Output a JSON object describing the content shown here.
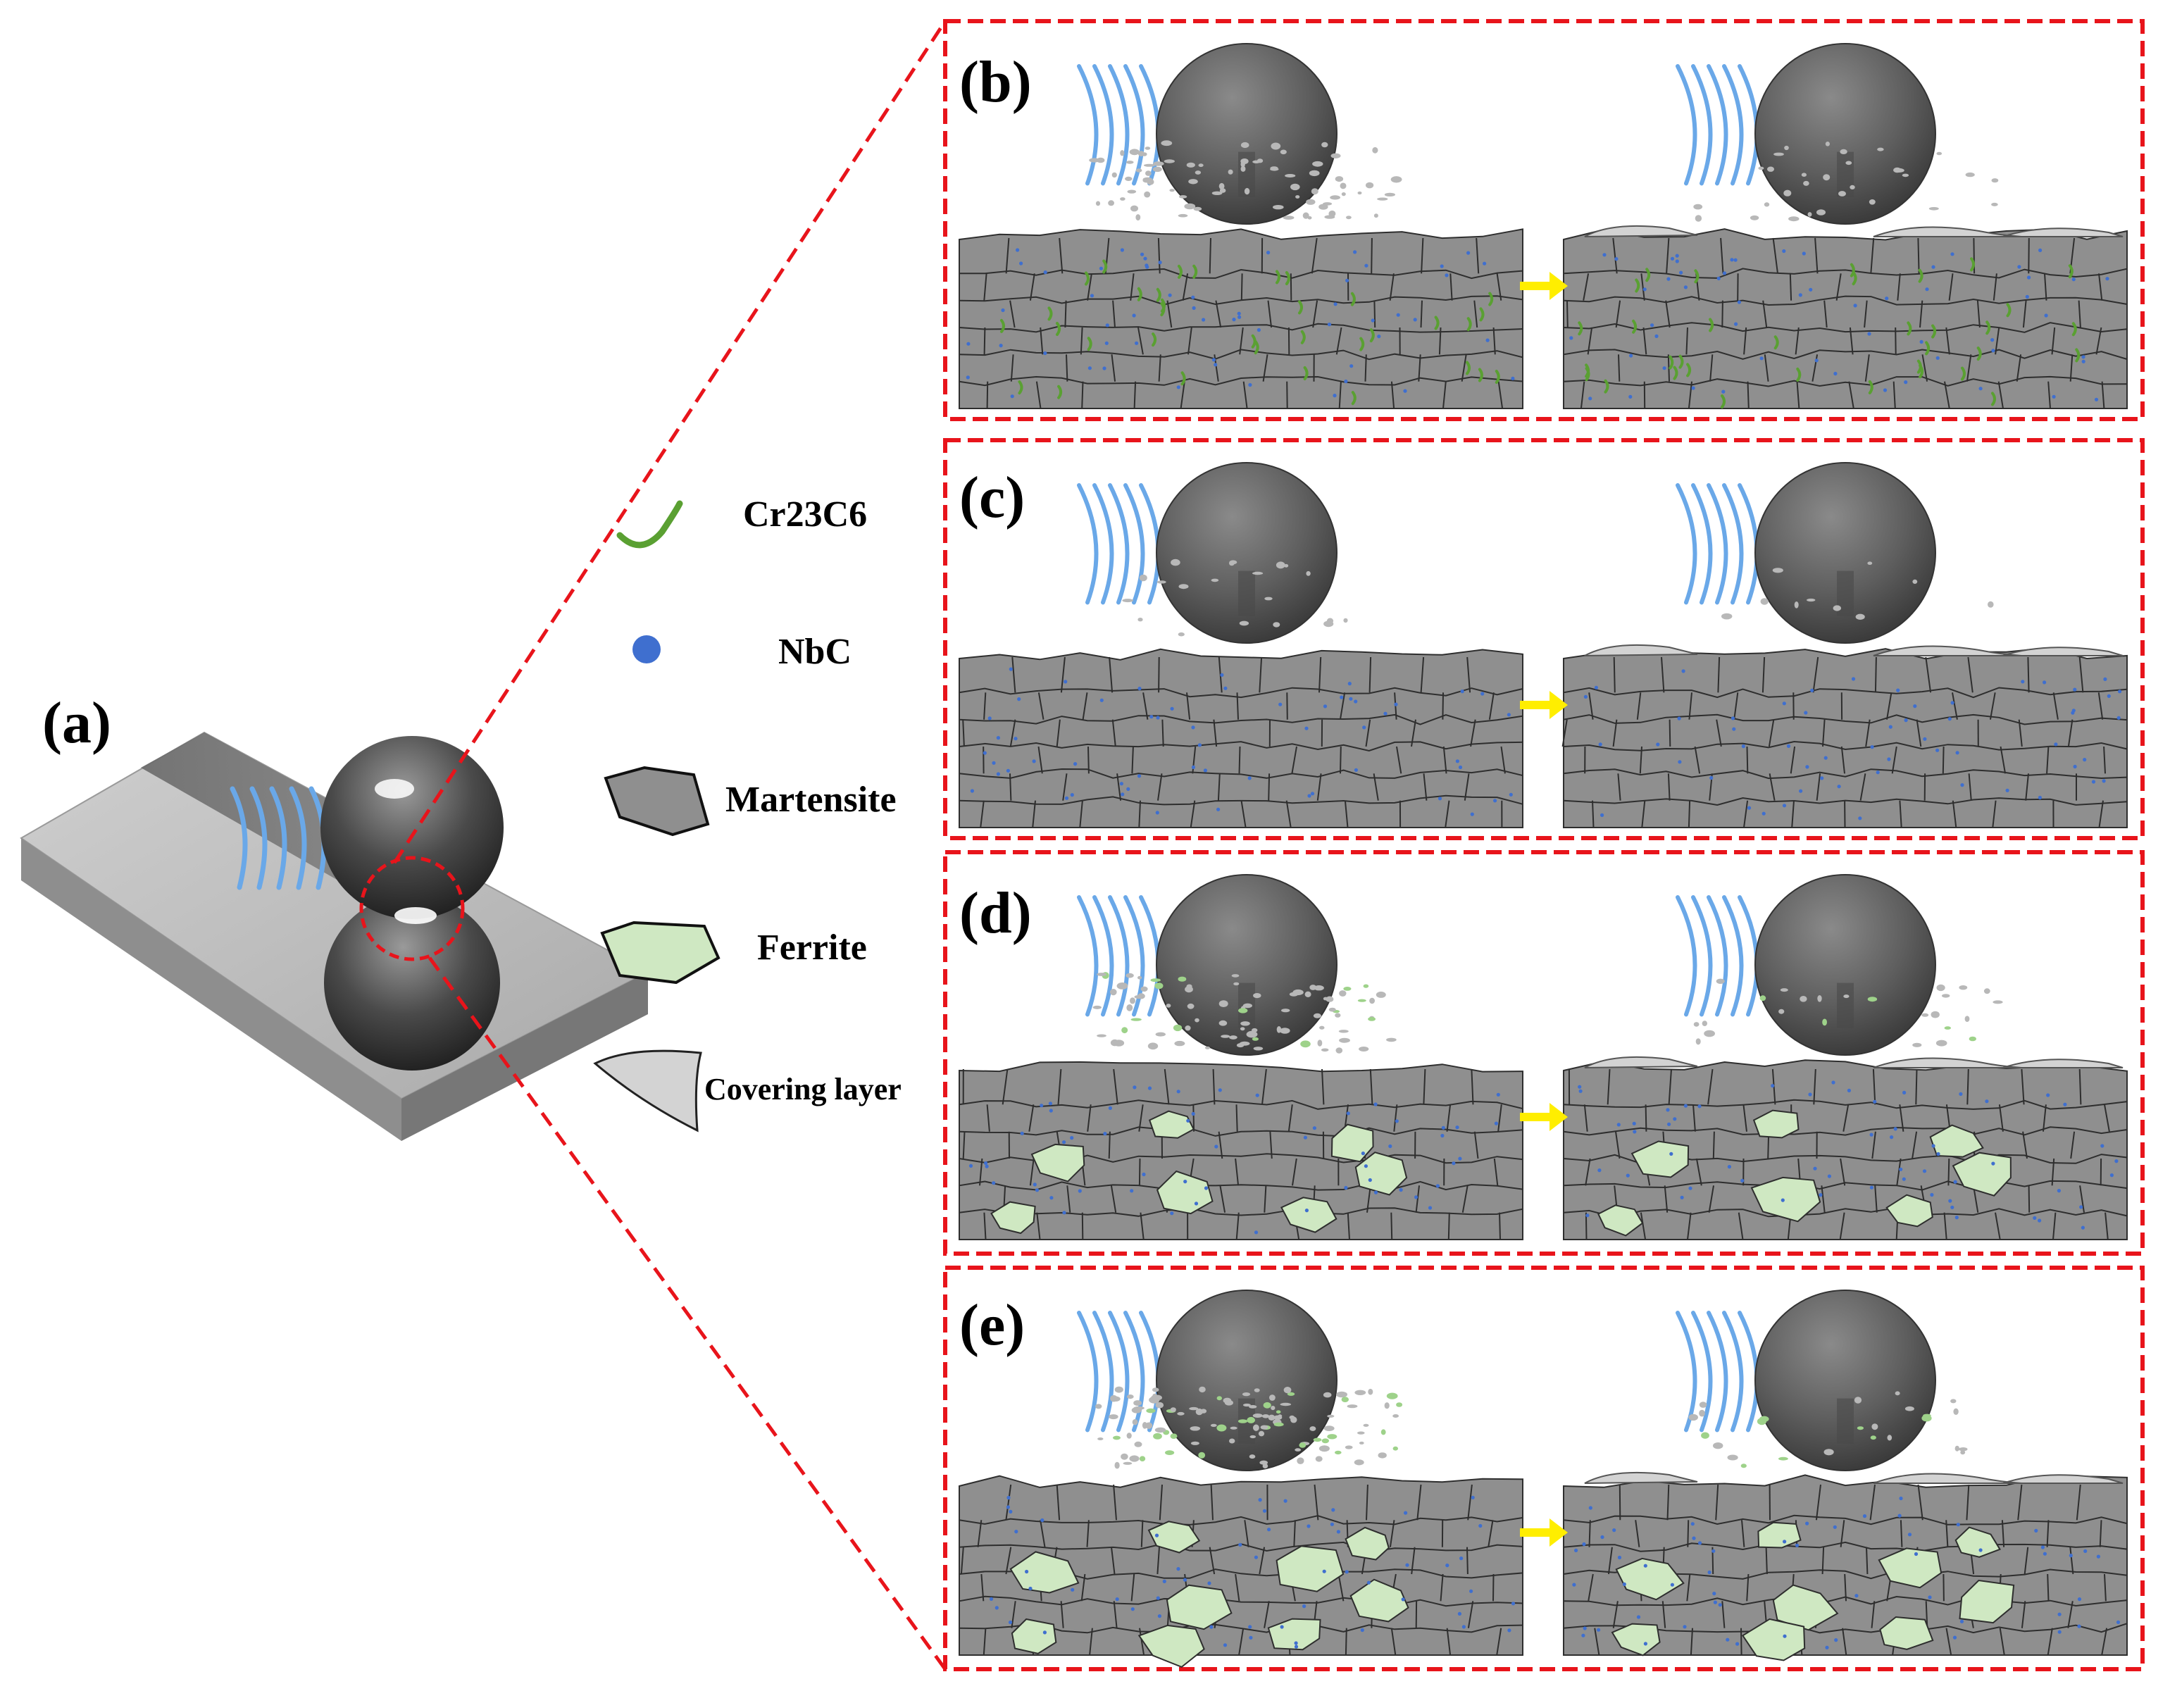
{
  "panels": {
    "a": "(a)",
    "b": "(b)",
    "c": "(c)",
    "d": "(d)",
    "e": "(e)"
  },
  "legend": {
    "cr23c6": "Cr23C6",
    "nbc": "NbC",
    "martensite": "Martensite",
    "ferrite": "Ferrite",
    "covering": "Covering layer"
  },
  "colors": {
    "frame_red": "#e8141b",
    "grain_gray": "#8f8f8f",
    "grain_line": "#2e2e2e",
    "ferrite_green": "#cfe8c2",
    "carbide_green": "#5aa032",
    "nbc_blue": "#3f6fcf",
    "wave_blue": "#6aa8e8",
    "arrow_yellow": "#ffee00",
    "covering_gray": "#d3d3d3"
  },
  "icons": [
    "ball-icon",
    "sound-wave-icon",
    "arrow-right-icon",
    "worn-track-icon"
  ]
}
